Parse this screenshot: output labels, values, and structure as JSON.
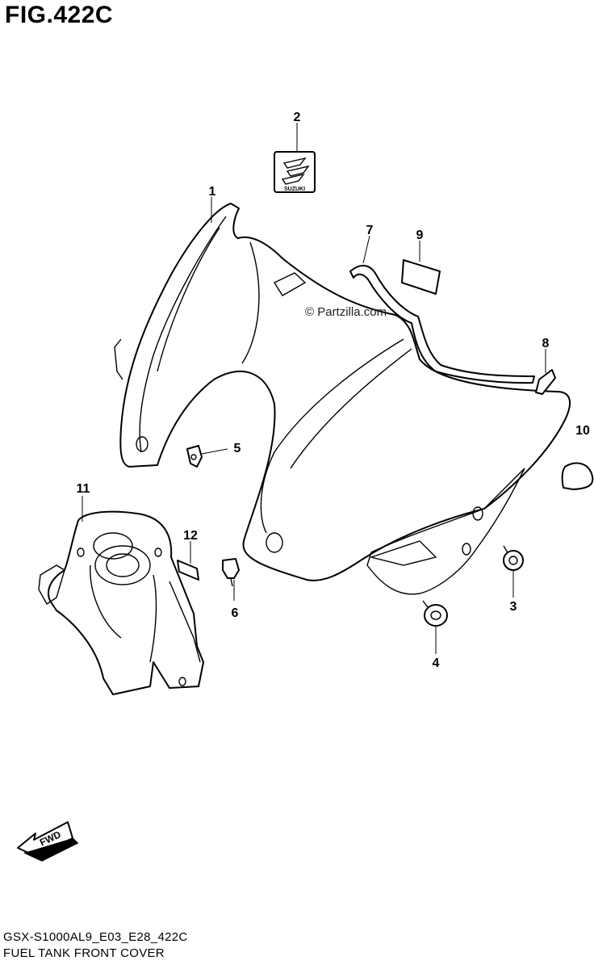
{
  "figure": {
    "title": "FIG.422C",
    "code": "GSX-S1000AL9_E03_E28_422C",
    "name": "FUEL TANK FRONT COVER",
    "watermark": "© Partzilla.com",
    "emblem_text": "SUZUKI",
    "fwd_label": "FWD"
  },
  "callouts": [
    {
      "id": "1",
      "label": "1"
    },
    {
      "id": "2",
      "label": "2"
    },
    {
      "id": "3",
      "label": "3"
    },
    {
      "id": "4",
      "label": "4"
    },
    {
      "id": "5",
      "label": "5"
    },
    {
      "id": "6",
      "label": "6"
    },
    {
      "id": "7",
      "label": "7"
    },
    {
      "id": "8",
      "label": "8"
    },
    {
      "id": "9",
      "label": "9"
    },
    {
      "id": "10",
      "label": "10"
    },
    {
      "id": "11",
      "label": "11"
    },
    {
      "id": "12",
      "label": "12"
    }
  ]
}
